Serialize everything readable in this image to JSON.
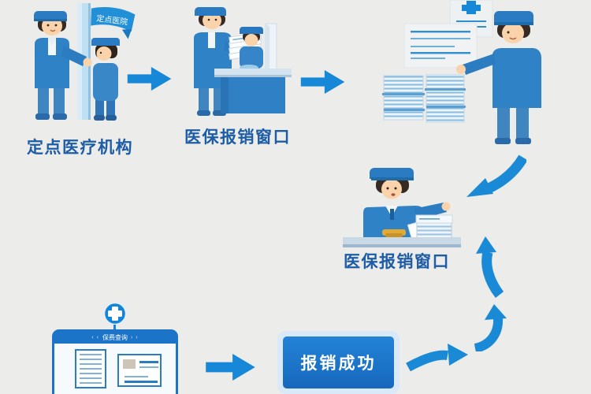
{
  "flow": {
    "institution": {
      "label": "定点医疗机构",
      "banner_text": "定点医院"
    },
    "window1": {
      "label": "医保报销窗口"
    },
    "window2": {
      "label": "医保报销窗口"
    },
    "online": {
      "browser_title": "保费查询",
      "nav_left": "‹ ‹",
      "nav_right": "› ›"
    },
    "result": {
      "label": "报销成功"
    }
  },
  "icons": {
    "medical_cross": "+",
    "arrow_right": "→",
    "curved_arrow": "⤴"
  },
  "colors": {
    "background": "#ececea",
    "arrow_blue": "#1787d7",
    "label_blue": "#1d5ca6",
    "figure_blue": "#2f82c5",
    "cap_blue": "#2b7bc2",
    "skin": "#fad3ab",
    "hair": "#372a22",
    "banner_blue": "#2190d6",
    "browser_blue": "#1b74c8",
    "success_gradient_top": "#2383d6",
    "success_gradient_bottom": "#1668bd",
    "stamp_gold": "#e3aa33",
    "counter_blue": "#2f80c4",
    "desk_gray_blue": "#c8d8e5"
  }
}
